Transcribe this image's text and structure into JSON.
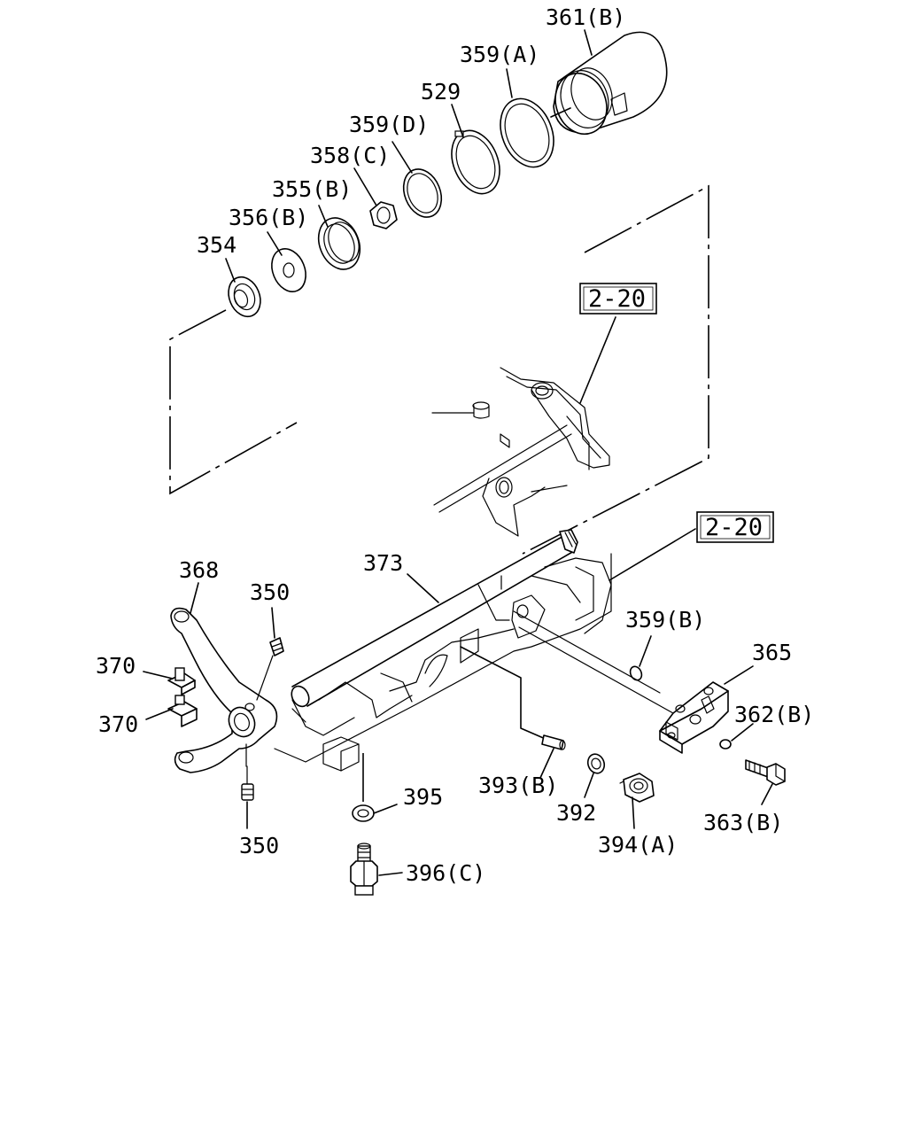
{
  "callouts": {
    "p361b": "361(B)",
    "p359a": "359(A)",
    "p529": "529",
    "p359d": "359(D)",
    "p358c": "358(C)",
    "p355b": "355(B)",
    "p356b": "356(B)",
    "p354": "354",
    "p368": "368",
    "p350_top": "350",
    "p373": "373",
    "p370_top": "370",
    "p370_bottom": "370",
    "p350_bottom": "350",
    "p395": "395",
    "p396c": "396(C)",
    "p393b": "393(B)",
    "p392": "392",
    "p394a": "394(A)",
    "p359b": "359(B)",
    "p365": "365",
    "p362b": "362(B)",
    "p363b": "363(B)"
  },
  "references": {
    "ref_upper": "2-20",
    "ref_lower": "2-20"
  }
}
